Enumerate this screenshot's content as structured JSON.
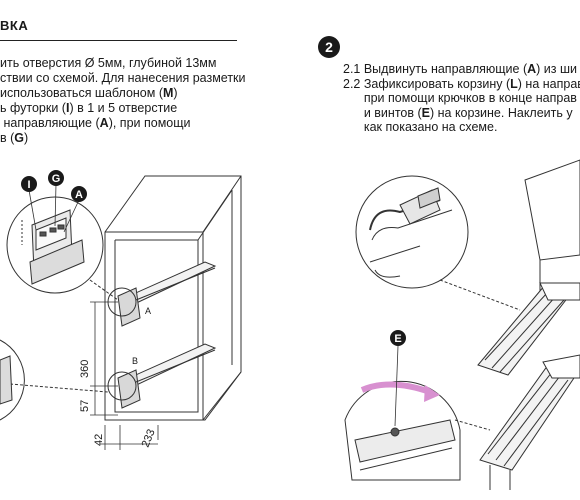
{
  "section1": {
    "heading": "ВКА",
    "lines": [
      [
        "ить отверстия Ø 5мм, глубиной 13мм"
      ],
      [
        "ствии со схемой. Для нанесения разметки"
      ],
      [
        "использоваться шаблоном (",
        {
          "b": "M"
        },
        ")"
      ],
      [
        "ь футорки (",
        {
          "b": "I"
        },
        ") в 1 и 5 отверстие"
      ],
      [
        " направляющие (",
        {
          "b": "A"
        },
        "), при помощи"
      ],
      [
        "в (",
        {
          "b": "G"
        },
        ")"
      ]
    ]
  },
  "section2": {
    "number": "2",
    "lines": [
      [
        "2.1 Выдвинуть направляющие (",
        {
          "b": "A"
        },
        ") из ши"
      ],
      [
        "2.2 Зафиксировать корзину (",
        {
          "b": "L"
        },
        ") на направ"
      ],
      [
        "      при помощи крючков в конце направ"
      ],
      [
        "      и винтов (",
        {
          "b": "E"
        },
        ") на корзине. Наклеить у"
      ],
      [
        "      как показано на схеме."
      ]
    ]
  },
  "callouts": {
    "I": "I",
    "G": "G",
    "A": "A",
    "E": "E"
  },
  "diagram_labels": {
    "rail_a": "A",
    "rail_b": "B"
  },
  "dimensions": {
    "height": "360",
    "bottom": "57",
    "offset": "42",
    "depth": "233"
  }
}
